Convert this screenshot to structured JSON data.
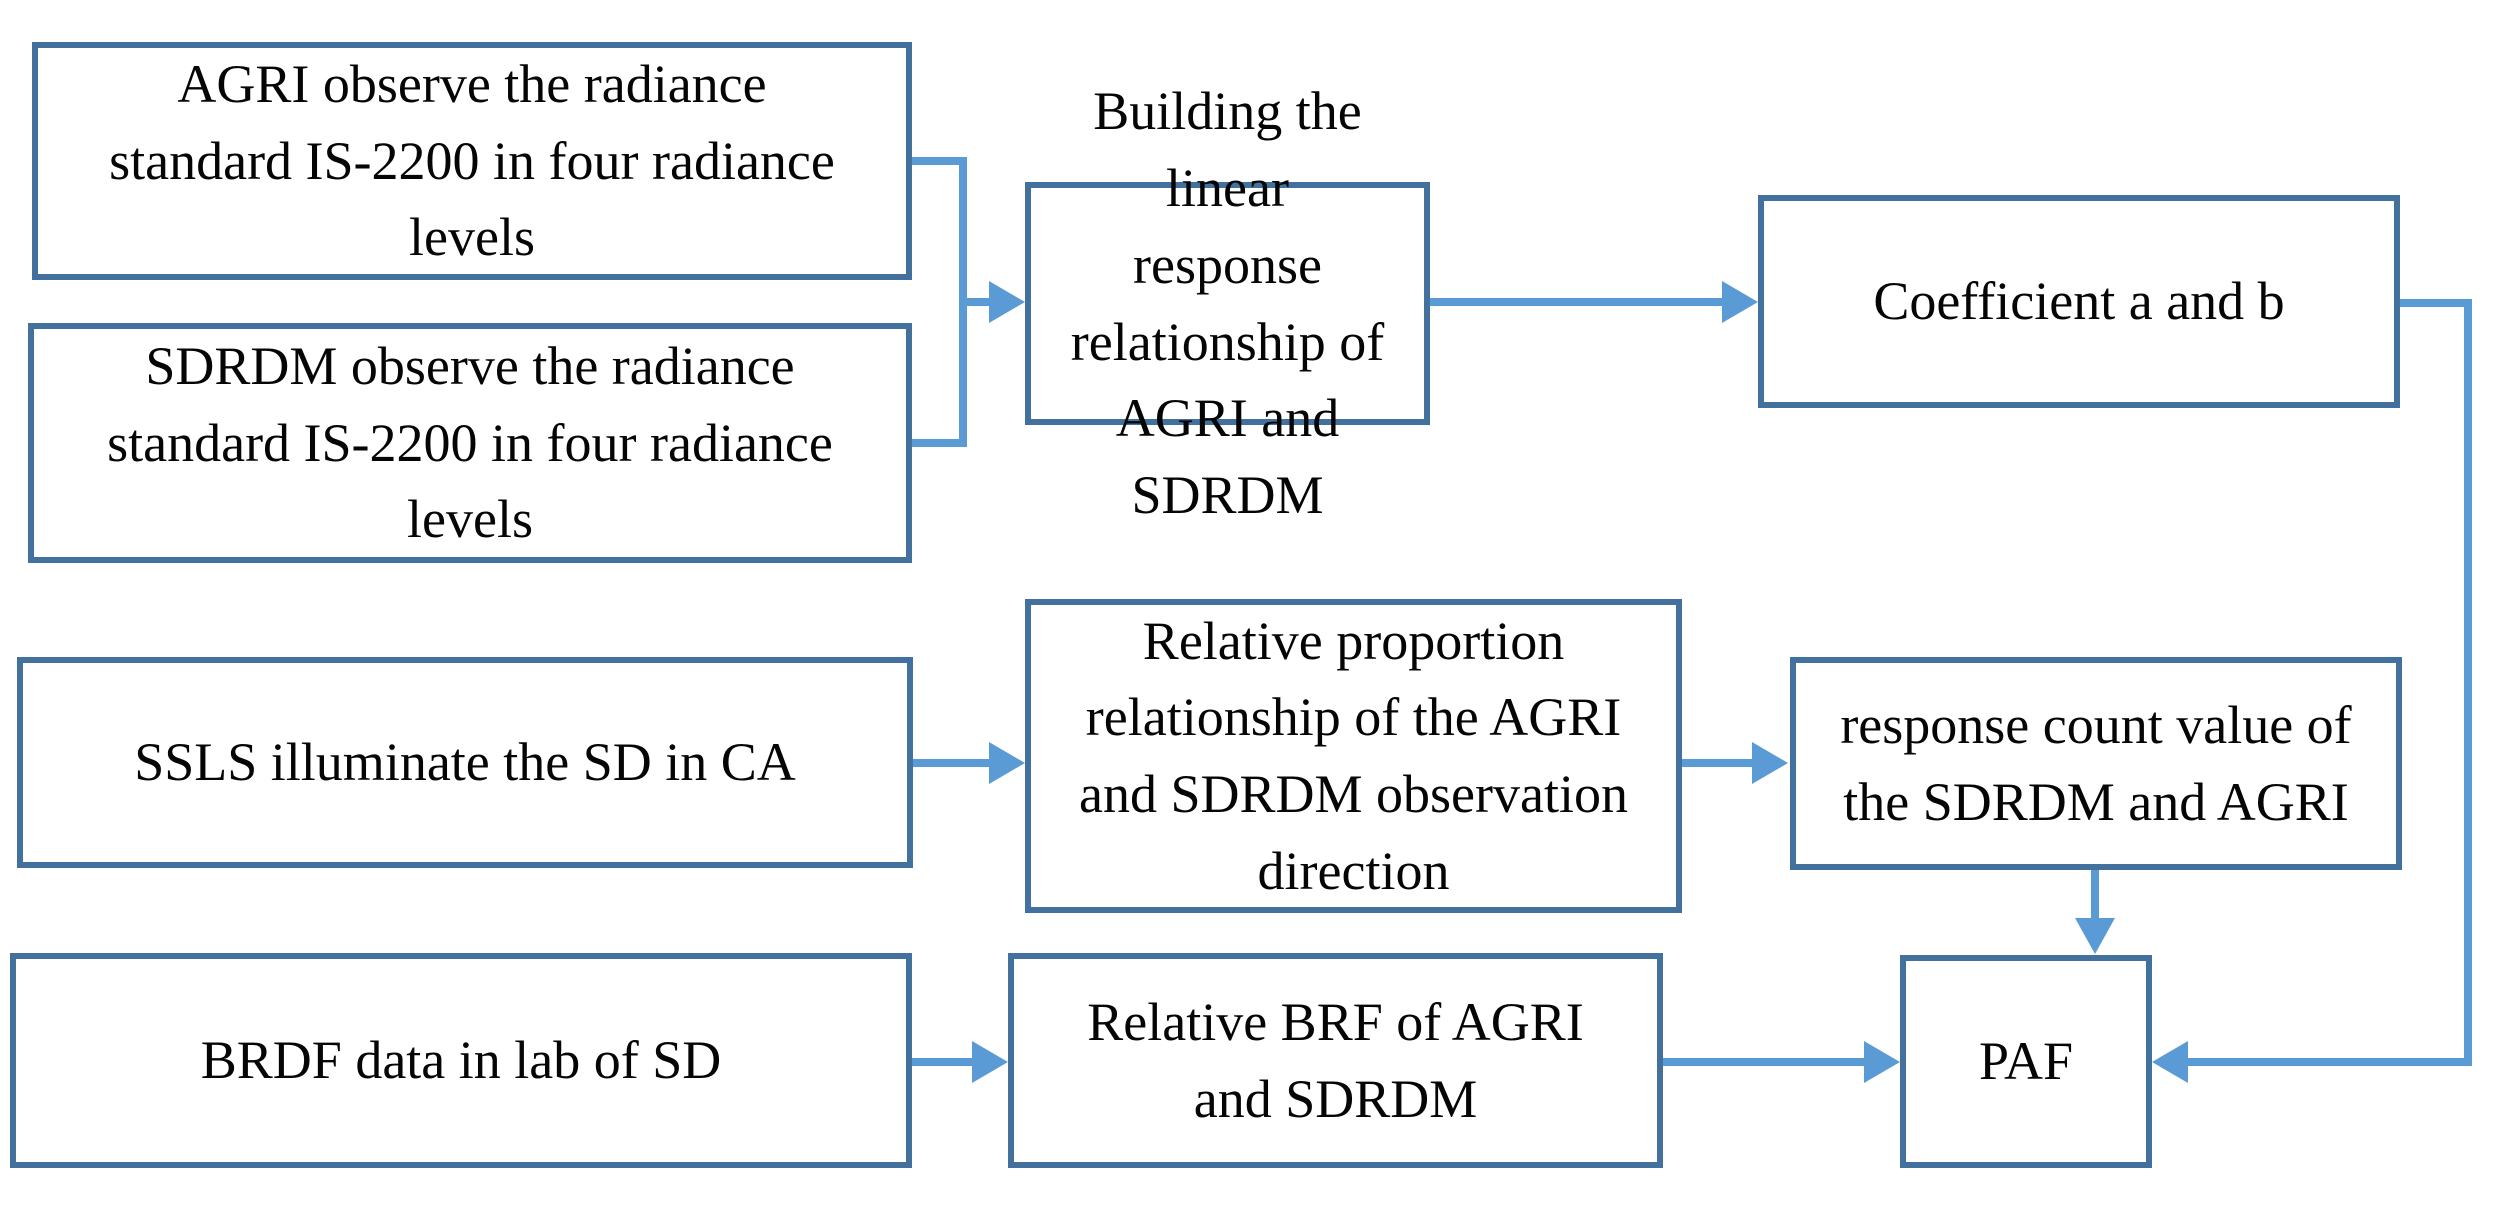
{
  "diagram": {
    "colors": {
      "box_border": "#41719C",
      "connector": "#5B9BD5",
      "text": "#050505",
      "background": "#FFFFFF"
    },
    "boxes": {
      "agri": {
        "label": "AGRI  observe  the radiance\nstandard IS-2200 in four radiance\nlevels"
      },
      "sdrdm": {
        "label": "SDRDM observe  the radiance\nstandard IS-2200  in four radiance\nlevels"
      },
      "building": {
        "label": "Building the linear\nresponse relationship of\nAGRI and SDRDM"
      },
      "coefficient": {
        "label": "Coefficient a and b"
      },
      "ssls": {
        "label": "SSLS illuminate the SD in CA"
      },
      "relative_proportion": {
        "label": "Relative proportion\nrelationship of the AGRI\nand SDRDM observation\ndirection"
      },
      "response_count": {
        "label": "response count value of\nthe SDRDM and AGRI"
      },
      "brdf": {
        "label": "BRDF data in lab of SD"
      },
      "relative_brf": {
        "label": "Relative BRF of AGRI\nand SDRDM"
      },
      "paf": {
        "label": "PAF"
      }
    },
    "edges": [
      {
        "from": "agri",
        "to": "building",
        "type": "merge-bracket-arrow"
      },
      {
        "from": "sdrdm",
        "to": "building",
        "type": "merge-bracket-arrow"
      },
      {
        "from": "building",
        "to": "coefficient",
        "type": "arrow-right"
      },
      {
        "from": "coefficient",
        "to": "paf",
        "type": "elbow-right-down-left-arrow"
      },
      {
        "from": "ssls",
        "to": "relative_proportion",
        "type": "arrow-right"
      },
      {
        "from": "relative_proportion",
        "to": "response_count",
        "type": "arrow-right"
      },
      {
        "from": "response_count",
        "to": "paf",
        "type": "arrow-down"
      },
      {
        "from": "brdf",
        "to": "relative_brf",
        "type": "arrow-right"
      },
      {
        "from": "relative_brf",
        "to": "paf",
        "type": "arrow-right"
      }
    ]
  }
}
